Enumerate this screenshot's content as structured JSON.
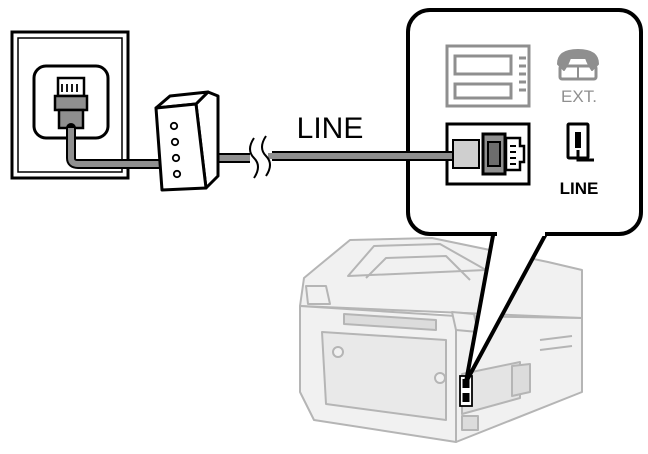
{
  "labels": {
    "cable": "LINE",
    "ext_port": "EXT.",
    "line_port": "LINE"
  },
  "icons": {
    "wall_jack": "wall-phone-jack-icon",
    "splitter": "dsl-splitter-icon",
    "ext_port": "telephone-handset-icon",
    "line_port": "phone-line-plug-icon"
  },
  "colors": {
    "outline": "#000000",
    "cable": "#8f8f8f",
    "printer_fill": "#f1f1f1",
    "printer_outline": "#b5b5b5",
    "panel_bg": "#ffffff"
  }
}
